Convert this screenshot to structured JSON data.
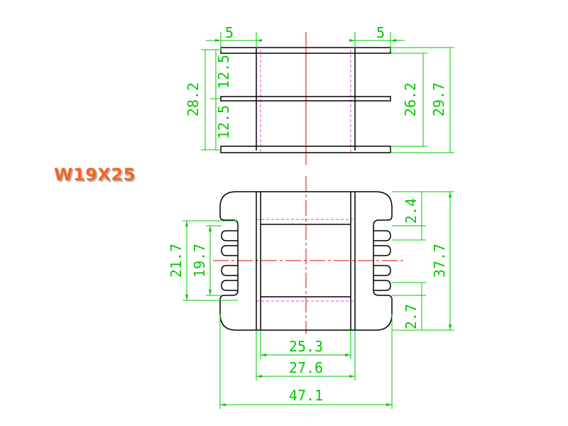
{
  "title": "W19X25",
  "colors": {
    "outline": "#000000",
    "dimension": "#00c800",
    "centerline": "#e00000",
    "hidden": "#e040e0",
    "title": "#f26522"
  },
  "top_view": {
    "flange_overhang_left": "5",
    "flange_overhang_right": "5",
    "upper_gap": "12.5",
    "lower_gap": "12.5",
    "overall_left": "28.2",
    "inner_right": "26.2",
    "overall_right": "29.7"
  },
  "front_view": {
    "slot_outer": "21.7",
    "slot_inner": "19.7",
    "top_margin": "2.4",
    "height": "37.7",
    "bottom_margin": "2.7",
    "inner_width": "25.3",
    "core_width": "27.6",
    "overall_width": "47.1"
  }
}
